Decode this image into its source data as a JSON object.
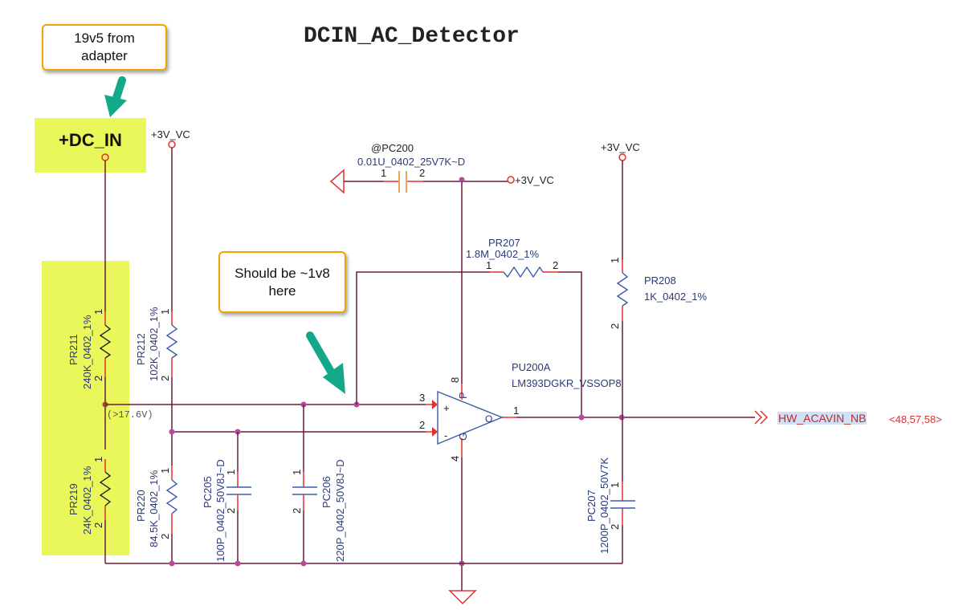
{
  "title": "DCIN_AC_Detector",
  "callouts": {
    "adapter": "19v5 from adapter",
    "adapter_line1": "19v5 from",
    "adapter_line2": "adapter",
    "node": "Should be ~1v8 here",
    "node_line1": "Should be ~1v8",
    "node_line2": "here"
  },
  "nets": {
    "dc_in": "+DC_IN",
    "vcc_left": "+3V_VC",
    "vcc_mid": "+3V_VC",
    "vcc_right": "+3V_VC",
    "output": "HW_ACAVIN_NB",
    "output_xref": "<48,57,58>",
    "divider_note": "(>17.6V)"
  },
  "components": {
    "pc200": {
      "ref": "@PC200",
      "value": "0.01U_0402_25V7K~D",
      "pin1": "1",
      "pin2": "2"
    },
    "pr207": {
      "ref": "PR207",
      "value": "1.8M_0402_1%",
      "pin1": "1",
      "pin2": "2"
    },
    "pr208": {
      "ref": "PR208",
      "value": "1K_0402_1%",
      "pin1": "1",
      "pin2": "2"
    },
    "pr211": {
      "ref": "PR211",
      "value": "240K_0402_1%",
      "pin1": "1",
      "pin2": "2"
    },
    "pr212": {
      "ref": "PR212",
      "value": "102K_0402_1%",
      "pin1": "1",
      "pin2": "2"
    },
    "pr219": {
      "ref": "PR219",
      "value": "24K_0402_1%",
      "pin1": "1",
      "pin2": "2"
    },
    "pr220": {
      "ref": "PR220",
      "value": "84.5K_0402_1%",
      "pin1": "1",
      "pin2": "2"
    },
    "pc205": {
      "ref": "PC205",
      "value": "100P_0402_50V8J~D",
      "pin1": "1",
      "pin2": "2"
    },
    "pc206": {
      "ref": "PC206",
      "value": "220P_0402_50V8J~D",
      "pin1": "1",
      "pin2": "2"
    },
    "pc207": {
      "ref": "PC207",
      "value": "1200P_0402_50V7K",
      "pin1": "1",
      "pin2": "2"
    },
    "pu200a": {
      "ref": "PU200A",
      "value": "LM393DGKR_VSSOP8",
      "pin_plus": "3",
      "pin_minus": "2",
      "pin_out": "1",
      "pin_vcc": "8",
      "pin_gnd": "4",
      "plus_sign": "+",
      "minus_sign": "-",
      "p_mark": "P",
      "g_mark": "G",
      "o_mark": "O"
    }
  },
  "colors": {
    "wire": "#6e1a3c",
    "highlight": "#eaf75a",
    "callout_border": "#f0a400",
    "arrow": "#14a88a"
  }
}
